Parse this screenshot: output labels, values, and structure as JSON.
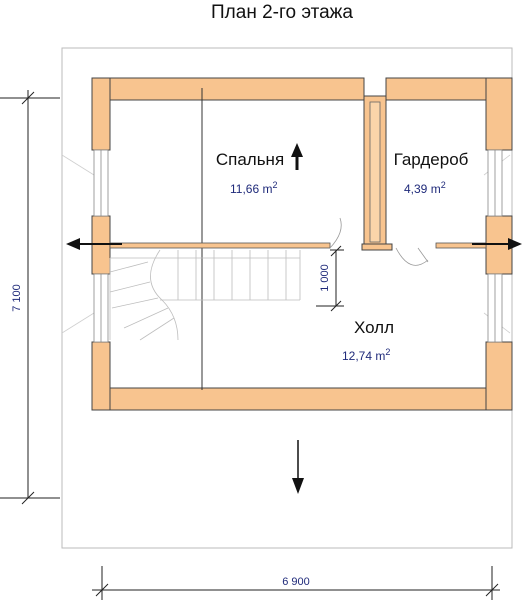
{
  "title": "План 2-го этажа",
  "rooms": [
    {
      "name": "Спальня",
      "area": "11,66 m",
      "area_unit_sup": "2"
    },
    {
      "name": "Гардероб",
      "area": "4,39 m",
      "area_unit_sup": "2"
    },
    {
      "name": "Холл",
      "area": "12,74 m",
      "area_unit_sup": "2"
    }
  ],
  "dimensions": {
    "height": "7 100",
    "width": "6 900",
    "stair": "1 000"
  },
  "colors": {
    "wall_fill": "#f8c48f",
    "wall_stroke": "#444444",
    "area_text": "#1f2a7a",
    "dimension_line": "#222222"
  }
}
